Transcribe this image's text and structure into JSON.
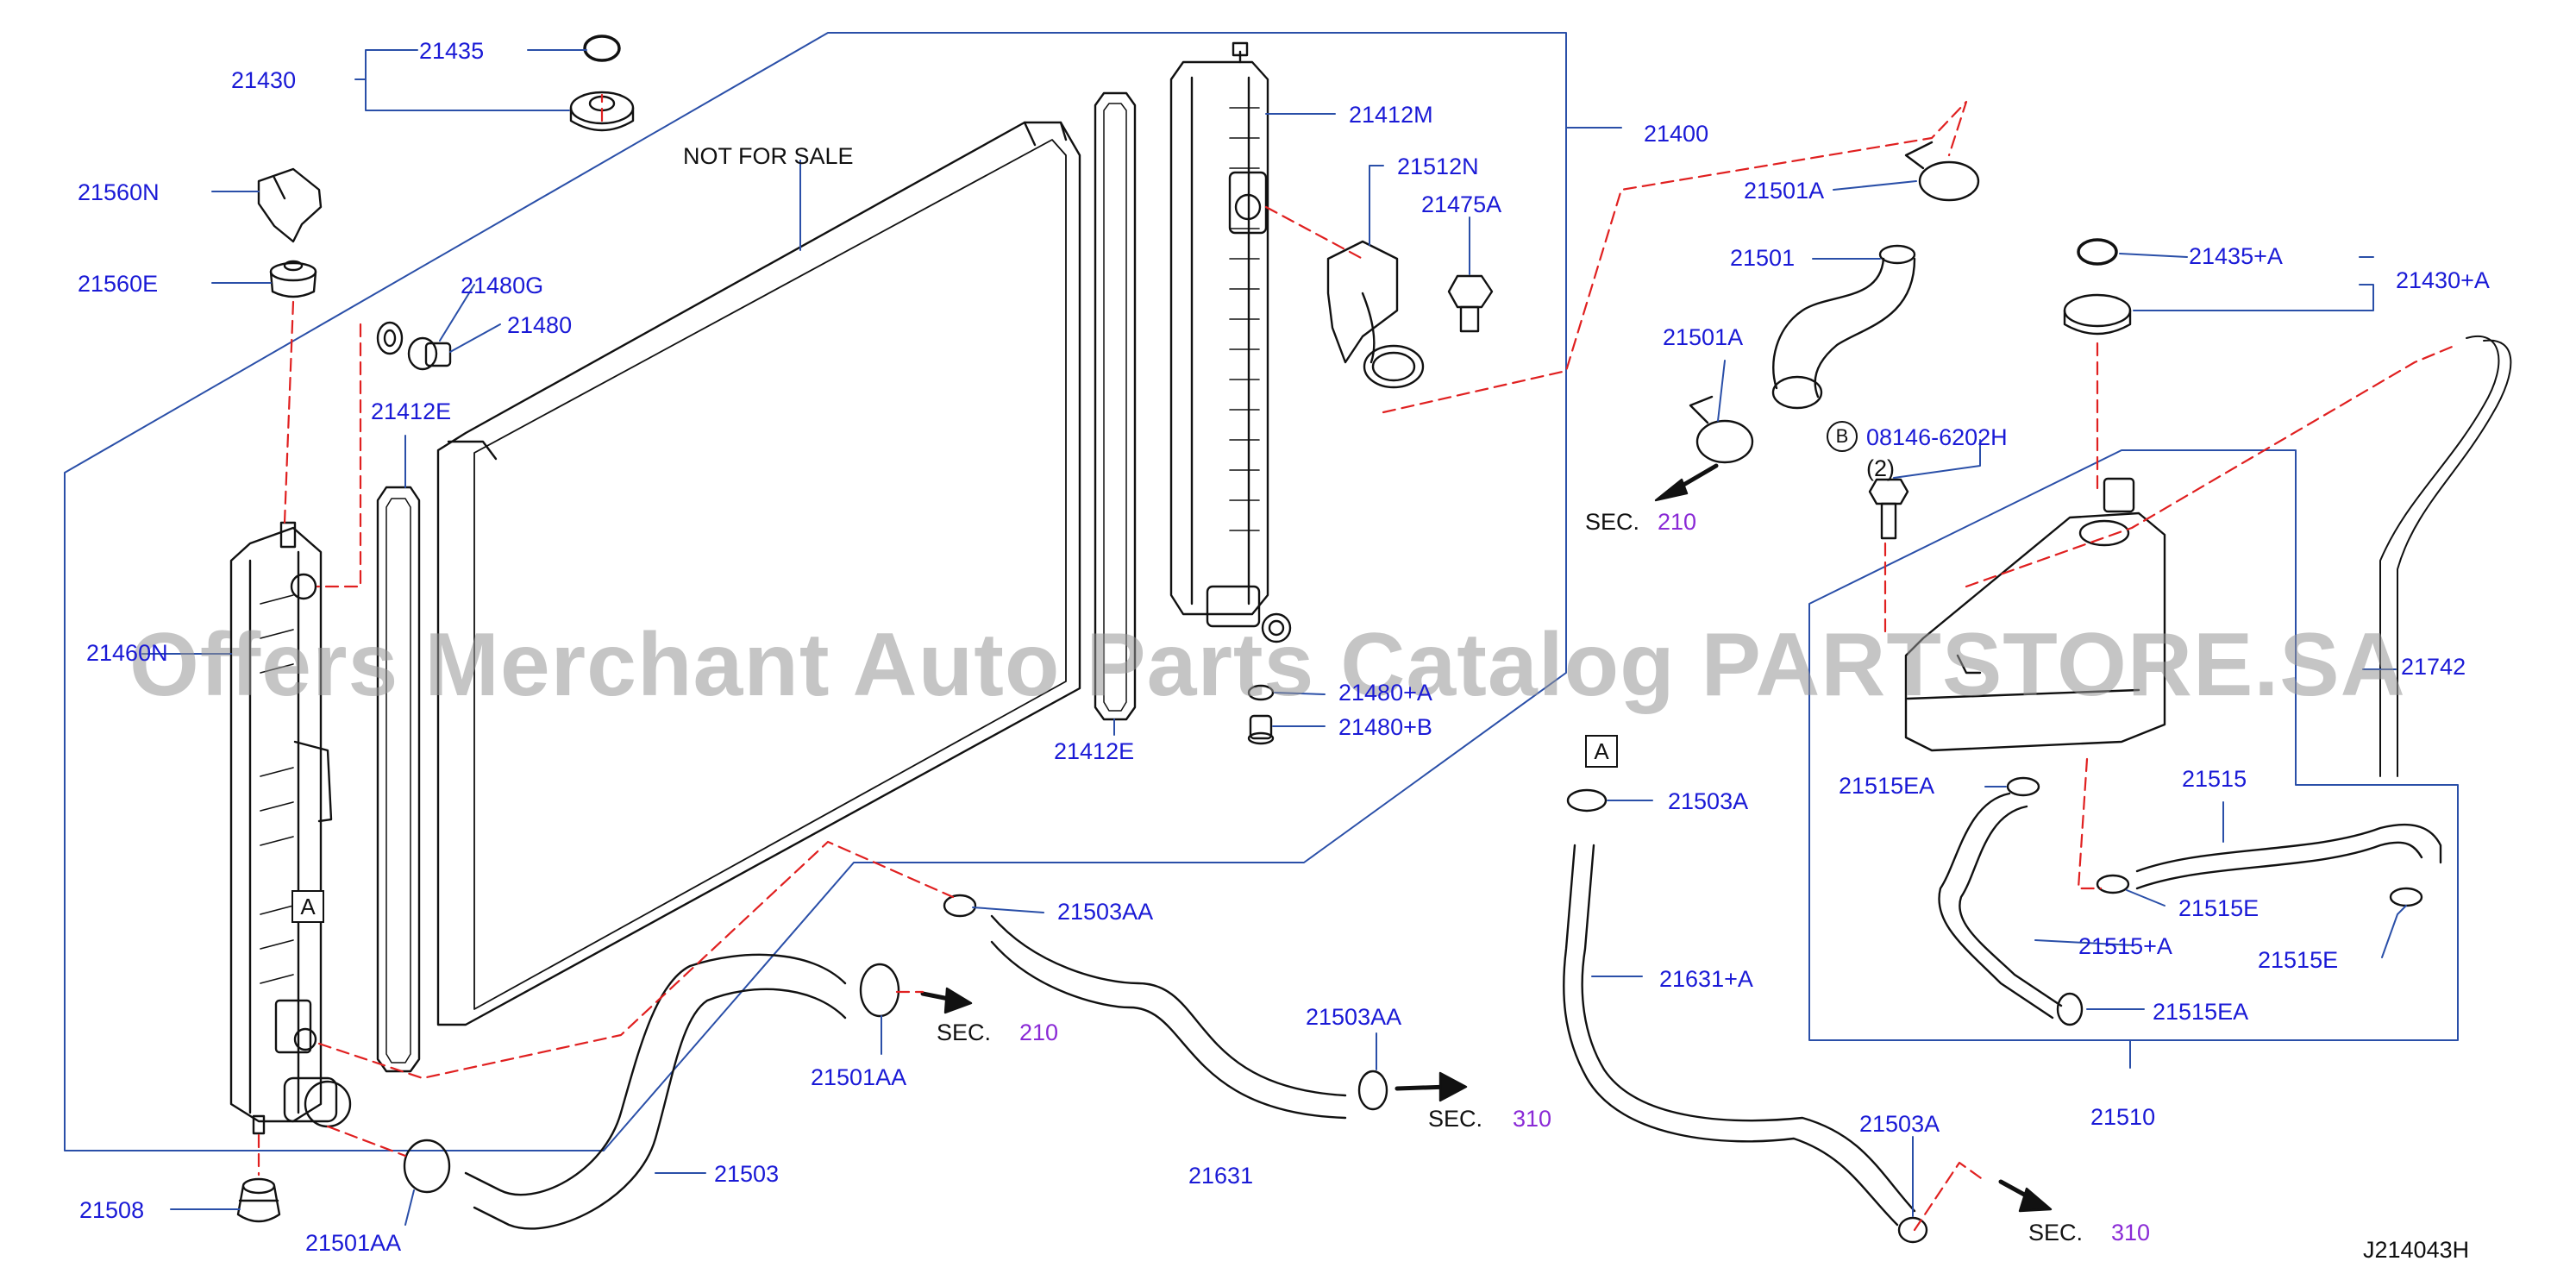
{
  "watermark": "Offers Merchant Auto Parts Catalog PARTSTORE.SA",
  "diagram_code": "J214043H",
  "note": "NOT FOR SALE",
  "ref_box": "A",
  "bolt_marker": "B",
  "bolt_qty": "(2)",
  "sec_prefix": "SEC.",
  "colors": {
    "part_label": "#1a1ad6",
    "sec_number": "#8a2ad6",
    "line": "#111111",
    "guide": "#2a4fa8",
    "dash": "#e02020"
  },
  "labels": {
    "p21435": "21435",
    "p21430": "21430",
    "p21560N": "21560N",
    "p21560E": "21560E",
    "p21480G": "21480G",
    "p21480": "21480",
    "p21412E_left": "21412E",
    "p21460N": "21460N",
    "p21508": "21508",
    "p21501AA_bottom": "21501AA",
    "p21503": "21503",
    "p21501AA_mid": "21501AA",
    "p21503AA_top": "21503AA",
    "p21631": "21631",
    "p21503AA_right": "21503AA",
    "p21412E_right": "21412E",
    "p21480A": "21480+A",
    "p21480B": "21480+B",
    "p21412M": "21412M",
    "p21512N": "21512N",
    "p21475A": "21475A",
    "p21400": "21400",
    "p21501A_top": "21501A",
    "p21501": "21501",
    "p21501A_mid": "21501A",
    "p08146": "08146-6202H",
    "p21435A": "21435+A",
    "p21430A": "21430+A",
    "p21742": "21742",
    "p21515EA_top": "21515EA",
    "p21515": "21515",
    "p21515E_left": "21515E",
    "p21515A": "21515+A",
    "p21515E_right": "21515E",
    "p21515EA_bottom": "21515EA",
    "p21510": "21510",
    "p21503A_top": "21503A",
    "p21631A": "21631+A",
    "p21503A_bottom": "21503A"
  },
  "sec_refs": {
    "sec_210_upper": "210",
    "sec_210_lower": "210",
    "sec_310_mid": "310",
    "sec_310_right": "310"
  }
}
